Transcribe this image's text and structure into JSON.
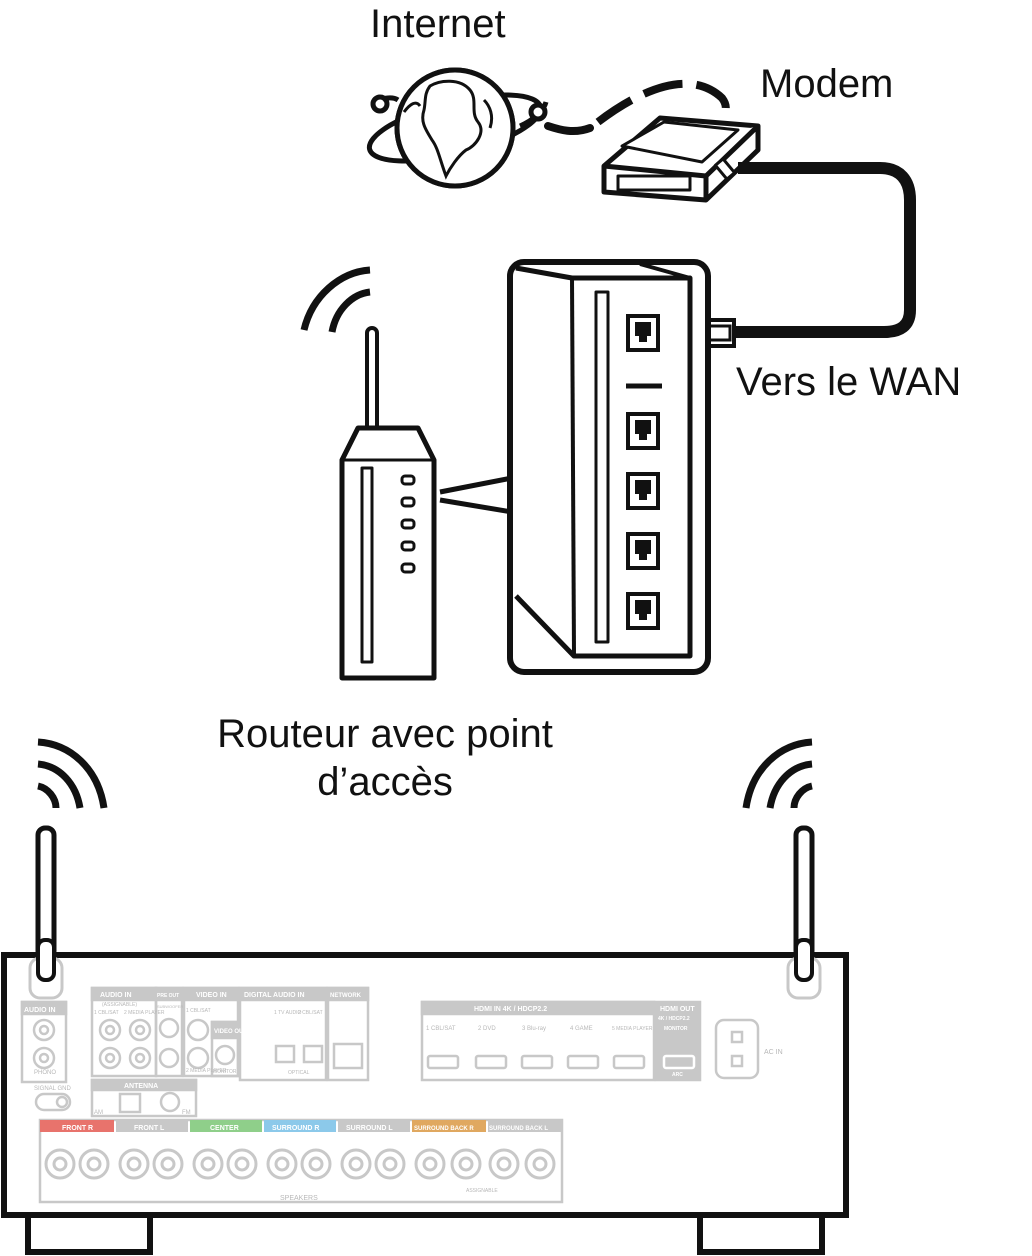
{
  "labels": {
    "internet": "Internet",
    "modem": "Modem",
    "wan": "Vers le WAN",
    "router_line1": "Routeur avec point",
    "router_line2": "d’accès"
  },
  "receiver_panel": {
    "audio_in": "AUDIO IN",
    "phono": "PHONO",
    "signal_gnd": "SIGNAL GND",
    "audio_assignable": "AUDIO IN",
    "assignable": "(ASSIGNABLE)",
    "audio_sub1": "1 CBL/SAT",
    "audio_sub2": "2 MEDIA PLAYER",
    "pre_out": "PRE OUT",
    "subwoofer": "SUBWOOFER",
    "video_in": "VIDEO IN",
    "video_sub1": "1 CBL/SAT",
    "video_sub2": "2 MEDIA PLAYER",
    "video_out": "VIDEO OUT",
    "monitor": "MONITOR",
    "digital_audio": "DIGITAL AUDIO IN",
    "digital_sub1": "1 TV AUDIO",
    "digital_sub2": "2 CBL/SAT",
    "optical": "OPTICAL",
    "network": "NETWORK",
    "antenna": "ANTENNA",
    "am": "AM",
    "fm": "FM",
    "hdmi_in": "HDMI IN  4K / HDCP2.2",
    "hdmi_inputs": [
      "1 CBL/SAT",
      "2 DVD",
      "3 Blu-ray",
      "4 GAME",
      "5 MEDIA PLAYER"
    ],
    "hdmi_out": "HDMI OUT",
    "hdmi_out_sub": "4K / HDCP2.2",
    "hdmi_monitor": "MONITOR",
    "arc": "ARC",
    "ac_in": "AC IN",
    "speaker_groups": [
      "FRONT R",
      "FRONT L",
      "CENTER",
      "SURROUND R",
      "SURROUND L",
      "SURROUND BACK R",
      "SURROUND BACK L"
    ],
    "speakers": "SPEAKERS",
    "assignable_bottom": "ASSIGNABLE"
  },
  "colors": {
    "line": "#111111",
    "panel_gray": "#c8c8c8",
    "front": "#e8736c",
    "center": "#8fcf8a",
    "surround": "#8cc9ea",
    "surround_back": "#e0a860"
  }
}
